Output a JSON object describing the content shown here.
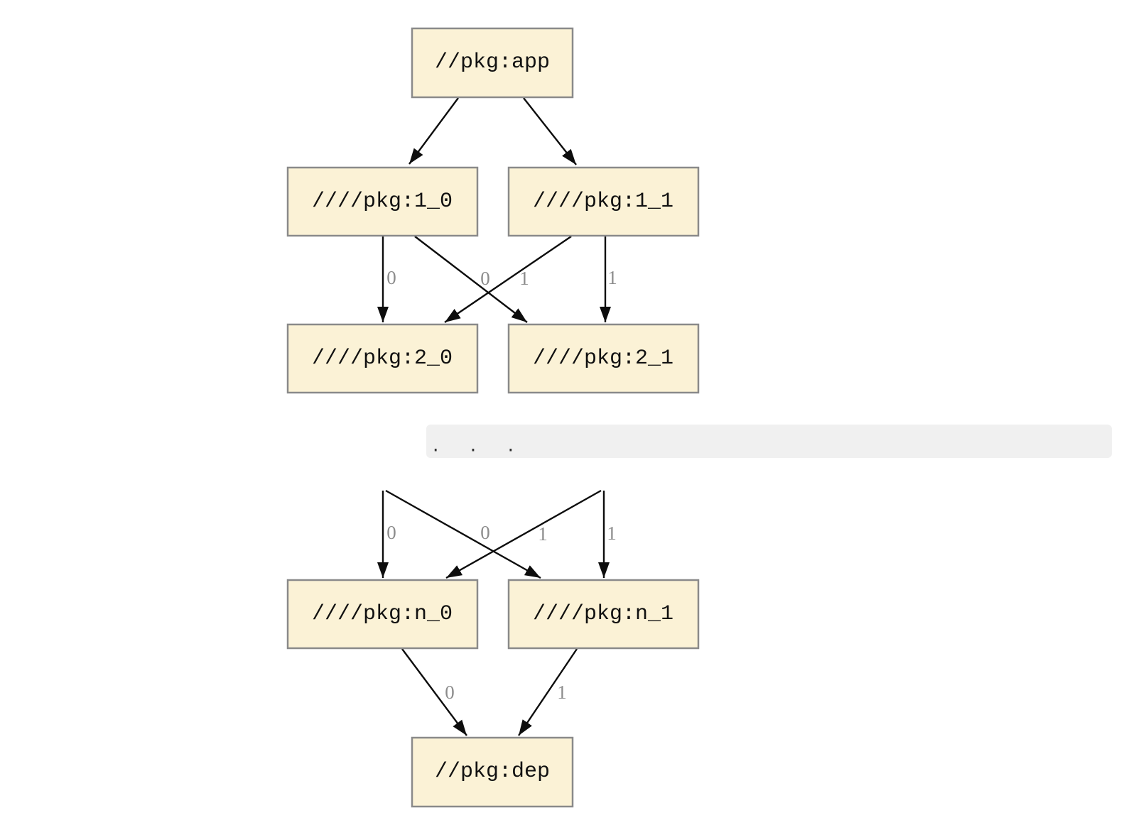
{
  "diagram": {
    "type": "dependency-graph",
    "colors": {
      "node_fill": "#FBF2D6",
      "node_border": "#8A8A8A",
      "edge": "#0D0D0D",
      "edge_label": "#8C8C8C",
      "ellipsis_background": "#F0F0F0"
    },
    "nodes": {
      "app": {
        "label": "//pkg:app"
      },
      "l1_0": {
        "label": "////pkg:1_0"
      },
      "l1_1": {
        "label": "////pkg:1_1"
      },
      "l2_0": {
        "label": "////pkg:2_0"
      },
      "l2_1": {
        "label": "////pkg:2_1"
      },
      "ln_0": {
        "label": "////pkg:n_0"
      },
      "ln_1": {
        "label": "////pkg:n_1"
      },
      "dep": {
        "label": "//pkg:dep"
      }
    },
    "ellipsis": {
      "text": ". . ."
    },
    "edges": [
      {
        "from": "app",
        "to": "l1_0",
        "label": ""
      },
      {
        "from": "app",
        "to": "l1_1",
        "label": ""
      },
      {
        "from": "l1_0",
        "to": "l2_0",
        "label": "0"
      },
      {
        "from": "l1_0",
        "to": "l2_1",
        "label": "1"
      },
      {
        "from": "l1_1",
        "to": "l2_0",
        "label": "0"
      },
      {
        "from": "l1_1",
        "to": "l2_1",
        "label": "1"
      },
      {
        "from": "...",
        "to": "ln_0",
        "label": "0"
      },
      {
        "from": "...",
        "to": "ln_1",
        "label": "1"
      },
      {
        "from": "...",
        "to": "ln_0",
        "label": "0"
      },
      {
        "from": "...",
        "to": "ln_1",
        "label": "1"
      },
      {
        "from": "ln_0",
        "to": "dep",
        "label": "0"
      },
      {
        "from": "ln_1",
        "to": "dep",
        "label": "1"
      }
    ]
  }
}
